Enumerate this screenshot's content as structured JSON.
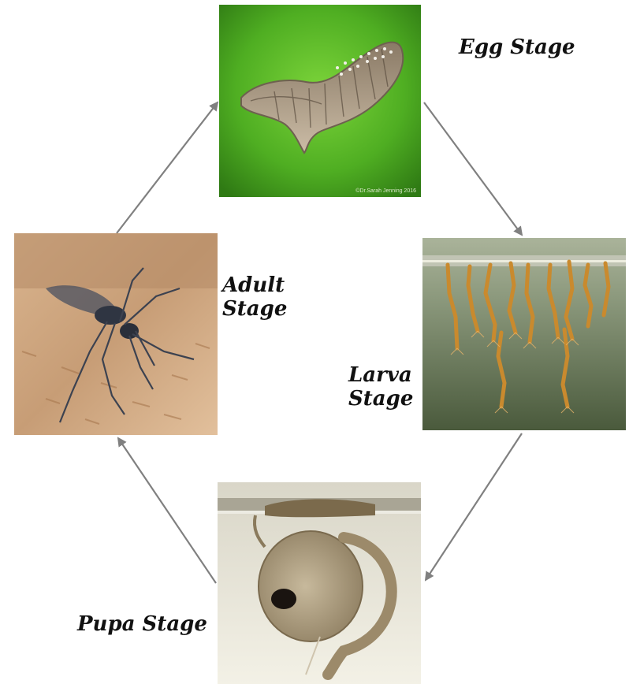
{
  "labels": {
    "egg": "Egg Stage",
    "larva_line1": "Larva",
    "larva_line2": "Stage",
    "pupa": "Pupa Stage",
    "adult_line1": "Adult",
    "adult_line2": "Stage"
  },
  "photo_caption": "©Dr.Sarah Jenning 2016",
  "colors": {
    "arrow": "#808080",
    "label_text": "#111111"
  },
  "icons": {
    "egg": "mosquito-egg-raft-photo",
    "larva": "mosquito-larvae-photo",
    "pupa": "mosquito-pupa-photo",
    "adult": "adult-mosquito-photo"
  }
}
